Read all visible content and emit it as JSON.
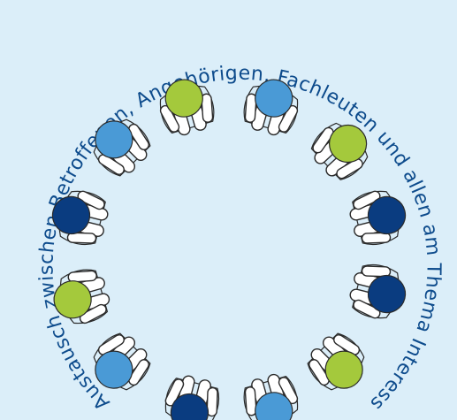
{
  "caption": "Austausch zwischen Betroffenen, Angehörigen, Fachleuten und allen am Thema Interessierten",
  "colors": {
    "background": "#dbeef9",
    "text": "#0d4b8c",
    "light_blue": "#4a9ad6",
    "dark_blue": "#0a3c80",
    "green": "#a4c93c"
  },
  "people": [
    {
      "color": "green"
    },
    {
      "color": "light_blue"
    },
    {
      "color": "green"
    },
    {
      "color": "dark_blue"
    },
    {
      "color": "dark_blue"
    },
    {
      "color": "green"
    },
    {
      "color": "light_blue"
    },
    {
      "color": "dark_blue"
    },
    {
      "color": "light_blue"
    },
    {
      "color": "green"
    },
    {
      "color": "dark_blue"
    },
    {
      "color": "light_blue"
    }
  ]
}
